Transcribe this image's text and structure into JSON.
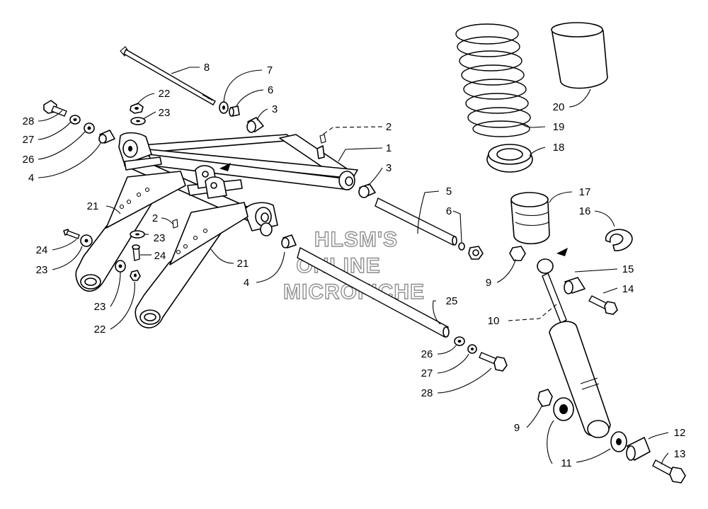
{
  "watermark": {
    "line1": "HLSM'S",
    "line2": "ONLINE",
    "line3": "MICROFICHE"
  },
  "callouts": [
    {
      "id": "c1",
      "text": "1"
    },
    {
      "id": "c2a",
      "text": "2"
    },
    {
      "id": "c2b",
      "text": "2"
    },
    {
      "id": "c3a",
      "text": "3"
    },
    {
      "id": "c3b",
      "text": "3"
    },
    {
      "id": "c4a",
      "text": "4"
    },
    {
      "id": "c4b",
      "text": "4"
    },
    {
      "id": "c5",
      "text": "5"
    },
    {
      "id": "c6a",
      "text": "6"
    },
    {
      "id": "c6b",
      "text": "6"
    },
    {
      "id": "c7",
      "text": "7"
    },
    {
      "id": "c8",
      "text": "8"
    },
    {
      "id": "c9a",
      "text": "9"
    },
    {
      "id": "c9b",
      "text": "9"
    },
    {
      "id": "c10",
      "text": "10"
    },
    {
      "id": "c11",
      "text": "11"
    },
    {
      "id": "c12",
      "text": "12"
    },
    {
      "id": "c13",
      "text": "13"
    },
    {
      "id": "c14",
      "text": "14"
    },
    {
      "id": "c15",
      "text": "15"
    },
    {
      "id": "c16",
      "text": "16"
    },
    {
      "id": "c17",
      "text": "17"
    },
    {
      "id": "c18",
      "text": "18"
    },
    {
      "id": "c19",
      "text": "19"
    },
    {
      "id": "c20",
      "text": "20"
    },
    {
      "id": "c21a",
      "text": "21"
    },
    {
      "id": "c21b",
      "text": "21"
    },
    {
      "id": "c22a",
      "text": "22"
    },
    {
      "id": "c22b",
      "text": "22"
    },
    {
      "id": "c23a",
      "text": "23"
    },
    {
      "id": "c23b",
      "text": "23"
    },
    {
      "id": "c23c",
      "text": "23"
    },
    {
      "id": "c23d",
      "text": "23"
    },
    {
      "id": "c24a",
      "text": "24"
    },
    {
      "id": "c24b",
      "text": "24"
    },
    {
      "id": "c25",
      "text": "25"
    },
    {
      "id": "c26a",
      "text": "26"
    },
    {
      "id": "c26b",
      "text": "26"
    },
    {
      "id": "c27a",
      "text": "27"
    },
    {
      "id": "c27b",
      "text": "27"
    },
    {
      "id": "c28a",
      "text": "28"
    },
    {
      "id": "c28b",
      "text": "28"
    }
  ]
}
